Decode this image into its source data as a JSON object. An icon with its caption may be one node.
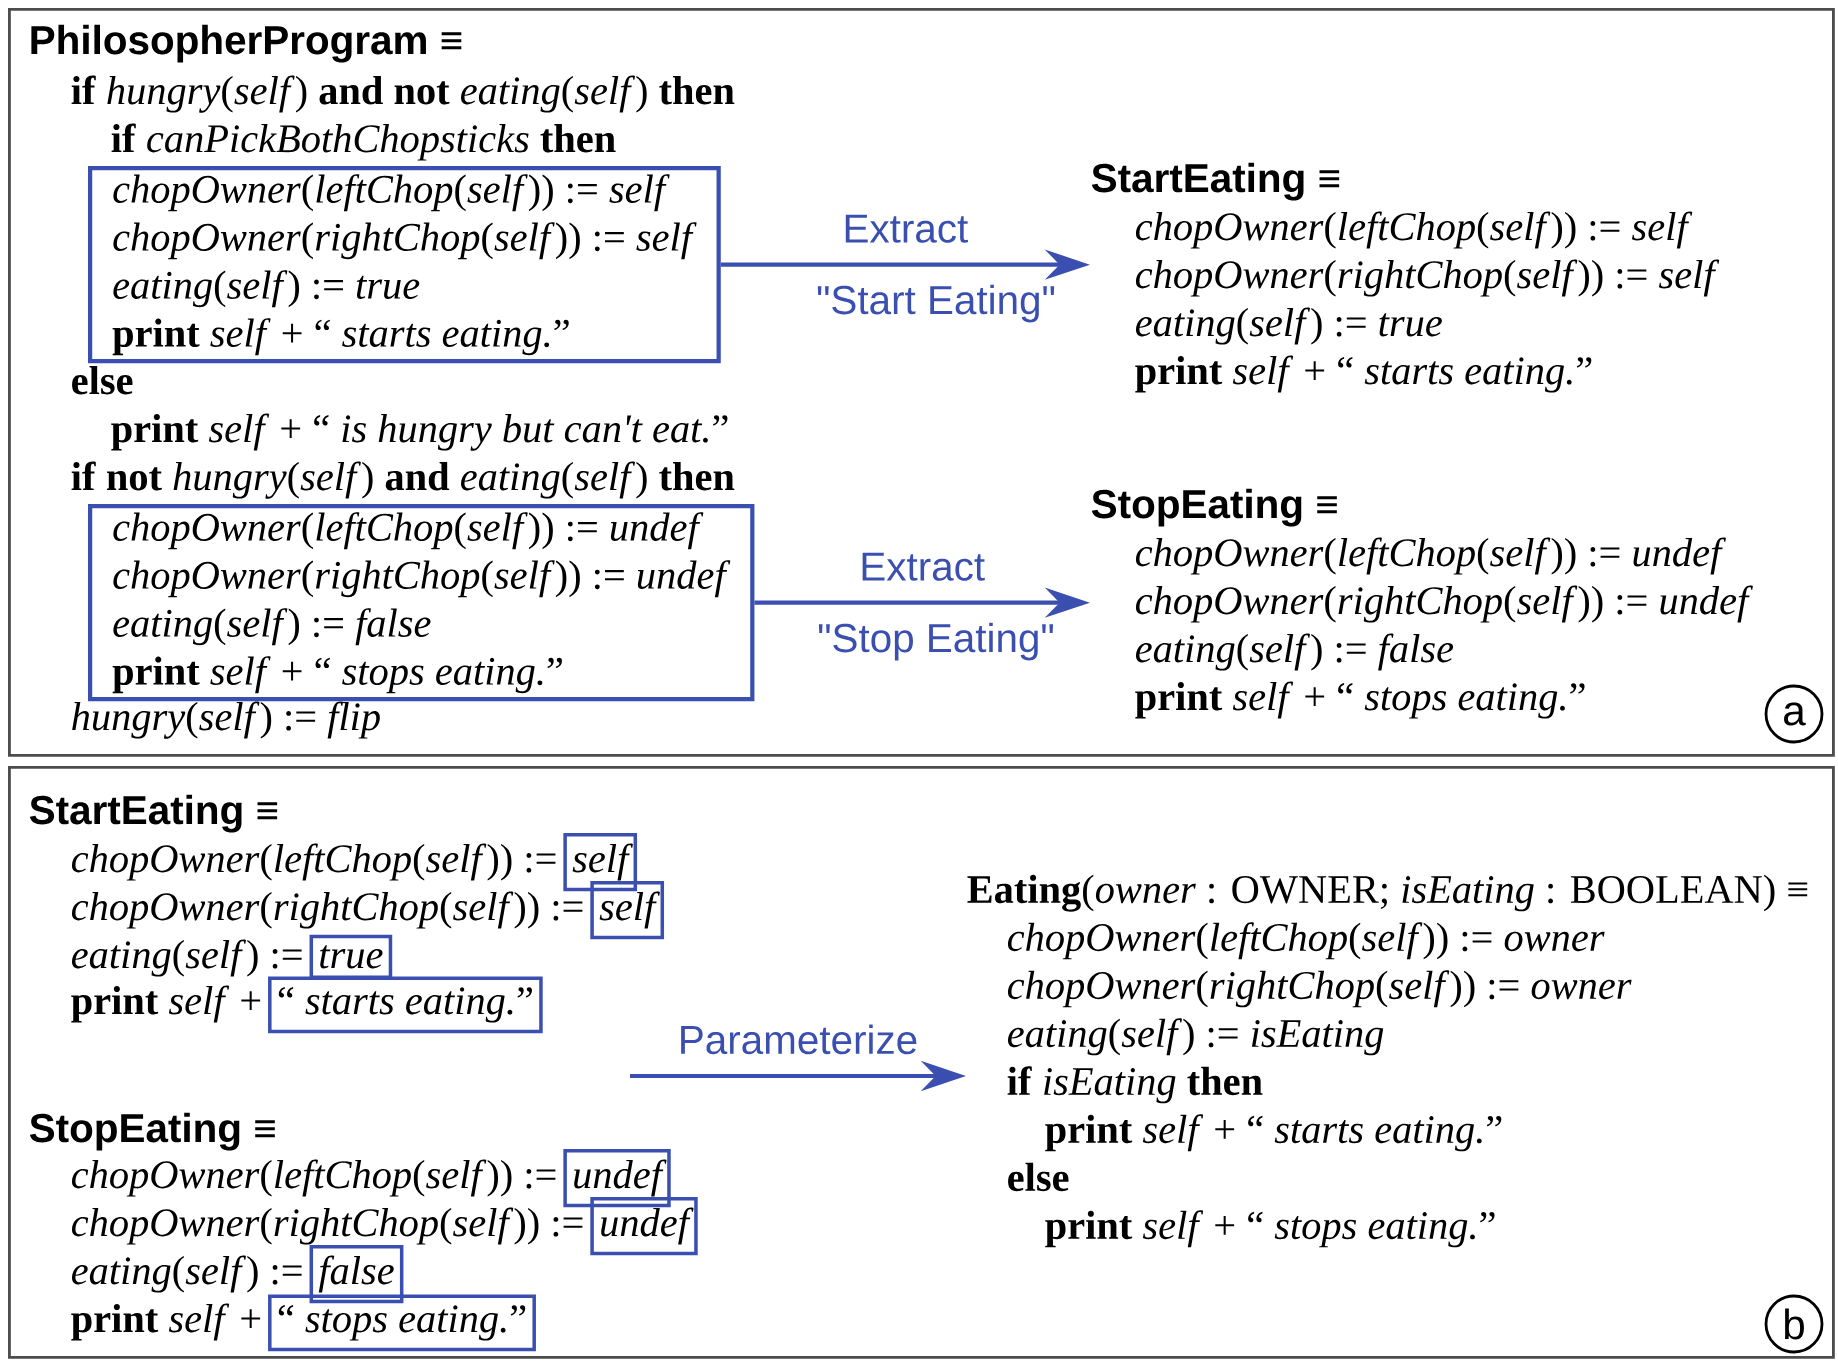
{
  "diagram": {
    "nodes": [
      {
        "text": [],
        "shape": "box"
      },
      {
        "text": [
          "*chopOwner*(*leftChop*(*self*)) := *self*",
          "*chopOwner*(*rightChop*(*self*)) := *self*",
          "*eating*(*self*) := *true*",
          "**print** *self* + “ *starts eating.*”"
        ],
        "in": 0
      },
      {
        "text": [
          "**StartEating** ≡",
          "*chopOwner*(*leftChop*(*self*)) := *self*",
          "*chopOwner*(*rightChop*(*self*)) := *self*",
          "*eating*(*self*) := *true*",
          "**print** *self* + “ *starts eating.*”"
        ],
        "in": 0
      },
      {
        "text": [
          "*chopOwner*(*leftChop*(*self*)) := *undef*",
          "*chopOwner*(*rightChop*(*self*)) := *undef*",
          "*eating*(*self*) := *false*",
          "**print** *self* + “ *stops eating.*”"
        ],
        "in": 0
      },
      {
        "text": [
          "**StopEating** ≡",
          "*chopOwner*(*leftChop*(*self*)) := *undef*",
          "*chopOwner*(*rightChop*(*self*)) := *undef*",
          "*eating*(*self*) := *false*",
          "**print** *self* + “ *stops eating.*”"
        ],
        "in": 0
      },
      {
        "text": [
          "a"
        ],
        "in": 0
      },
      {
        "text": [],
        "shape": "box"
      },
      {
        "text": [
          "self"
        ],
        "in": 6
      },
      {
        "text": [
          "self"
        ],
        "in": 6
      },
      {
        "text": [
          "true"
        ],
        "in": 6
      },
      {
        "text": [
          "“ *starts eating.*”"
        ],
        "in": 6
      },
      {
        "text": [
          "undef"
        ],
        "in": 6
      },
      {
        "text": [
          "undef"
        ],
        "in": 6
      },
      {
        "text": [
          "false"
        ],
        "in": 6
      },
      {
        "text": [
          "“ *stops eating.*”"
        ],
        "in": 6
      },
      {
        "text": [
          "**Eating**(*owner* : OWNER; *isEating* : BOOLEAN) ≡",
          "*chopOwner*(*leftChop*(*self*)) := *owner*",
          "*chopOwner*(*rightChop*(*self*)) := *owner*",
          "*eating*(*self*) := *isEating*",
          "**if** *isEating* **then**",
          "**print** *self* + “ *starts eating.*”",
          "else",
          "**print** *self* + “ *stops eating.*”"
        ],
        "in": 6
      },
      {
        "text": [
          "b"
        ],
        "in": 6
      }
    ],
    "edges": [
      {
        "from": 1,
        "to": 2,
        "arrow": "to",
        "label": "Extract"
      },
      {
        "from": 3,
        "to": 4,
        "arrow": "to",
        "label": "Extract"
      },
      {
        "from": null,
        "to": 15,
        "arrow": "to",
        "label": "Parameterize"
      }
    ],
    "labels": [
      "**PhilosopherProgram** ≡",
      "**if** *hungry*(*self*) **and** **not** *eating*(*self*) **then**",
      "**if** *canPickBothChopsticks* **then**",
      "\"Start Eating\"",
      "else",
      "**print** *self* + “ *is hungry but can't eat.*”",
      "**if** **not** *hungry*(*self*) **and** *eating*(*self*) **then**",
      "\"Stop Eating\"",
      "*hungry*(*self*) := *flip*",
      "**StartEating** ≡",
      "*chopOwner*(*leftChop*(*self*)) :=",
      "*chopOwner*(*rightChop*(*self*)) :=",
      "*eating*(*self*) :=",
      "**print** *self* +",
      "**StopEating** ≡",
      "*chopOwner*(*leftChop*(*self*)) :=",
      "*chopOwner*(*rightChop*(*self*)) :=",
      "*eating*(*self*) :=",
      "**print** *self* +"
    ]
  }
}
